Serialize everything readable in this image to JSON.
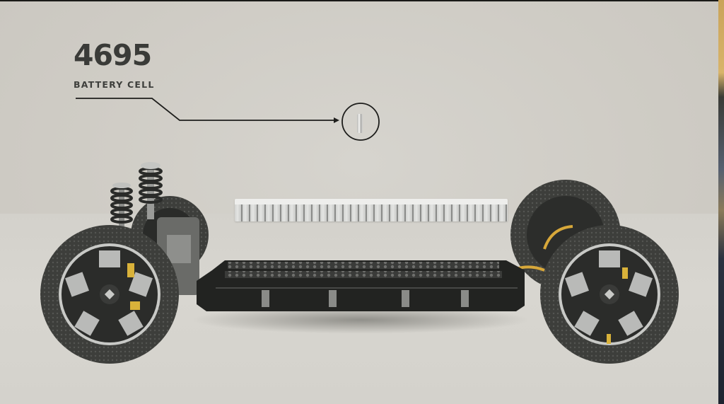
{
  "callout": {
    "number": "4695",
    "label": "BATTERY CELL",
    "icon": "cylindrical-battery-cell-icon"
  },
  "scene": {
    "subject": "electric vehicle skateboard chassis",
    "components": [
      "front-wheel",
      "rear-wheel",
      "front-suspension",
      "battery-pack",
      "battery-cell-module",
      "single-battery-cell"
    ],
    "colors": {
      "background": "#d2d0ca",
      "text": "#3a3b38",
      "tire": "#3c3d3a",
      "rim": "#2b2c2a",
      "rim_insert": "#b9bab8",
      "caliper": "#d9b23a",
      "pack": "#232422",
      "cell": "#d8d9d7"
    }
  }
}
